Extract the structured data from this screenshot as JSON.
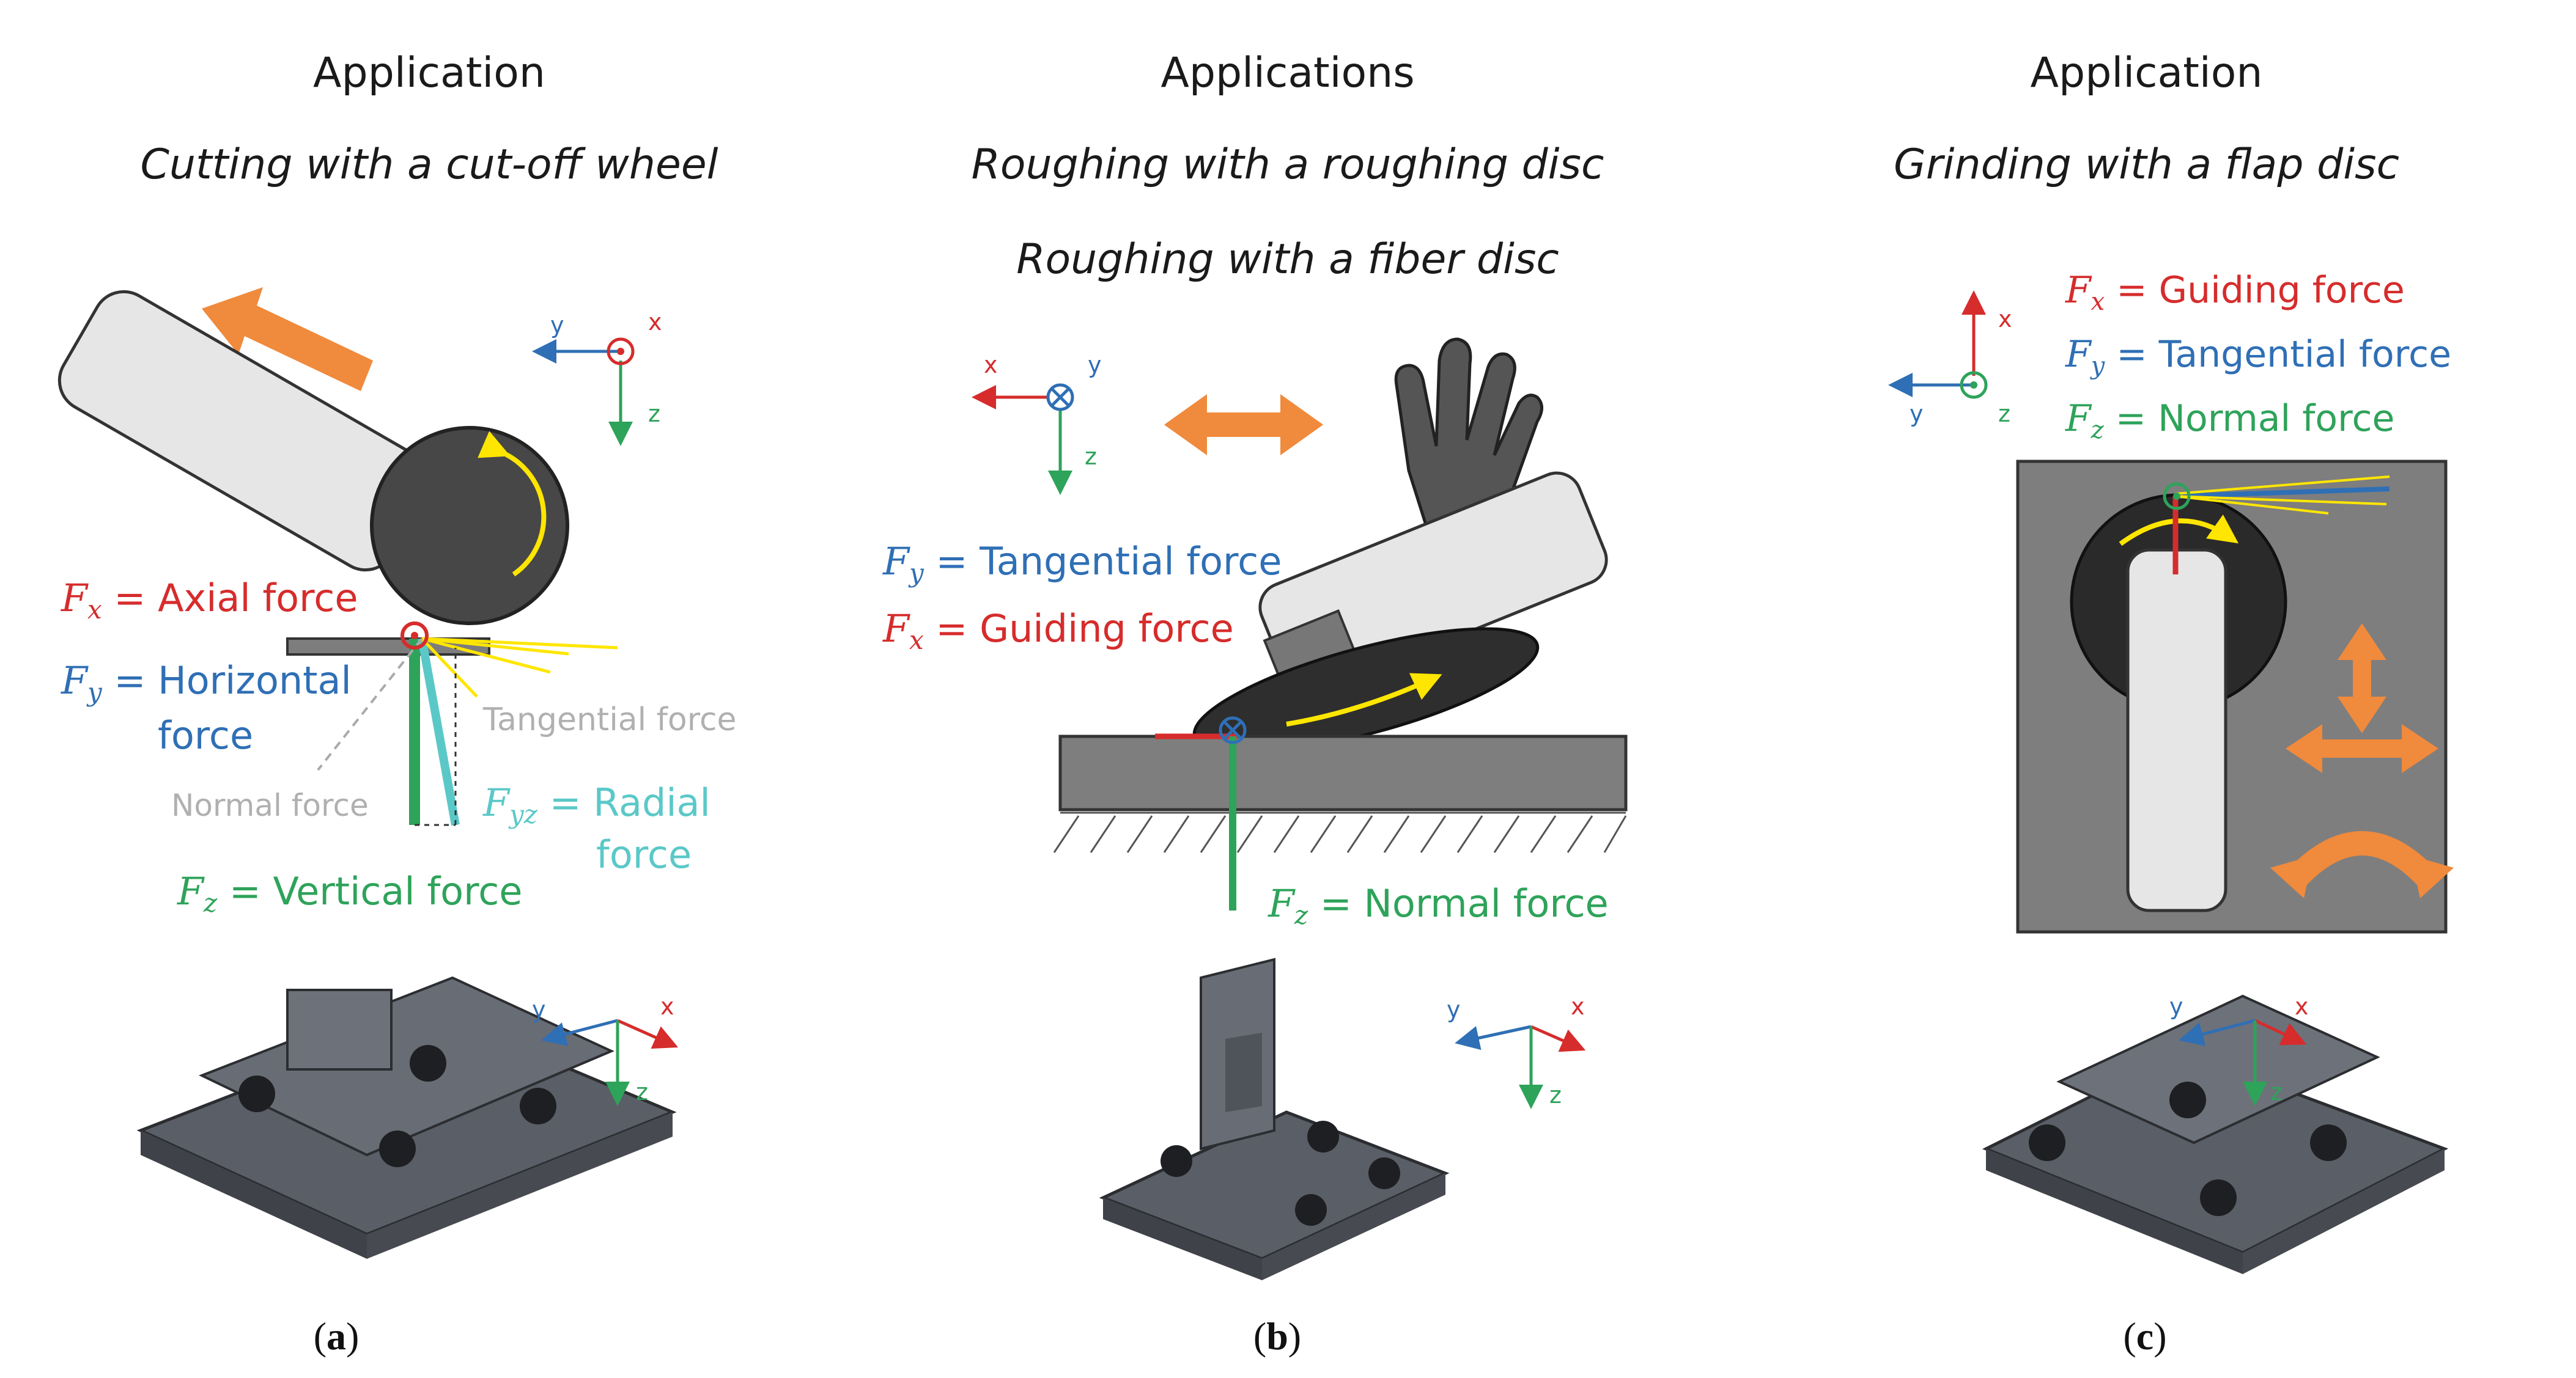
{
  "panels": [
    {
      "id": "a",
      "heading": "Application",
      "subtitles": [
        "Cutting with a cut-off wheel"
      ],
      "caption_letter": "a",
      "axes_top": {
        "h": "y",
        "v": "z",
        "out": "x"
      },
      "axes_bottom": {
        "left": "y",
        "right": "x",
        "down": "z"
      },
      "labels": {
        "fx": {
          "sym": "F",
          "sub": "x",
          "text": " = Axial force"
        },
        "fy": {
          "sym": "F",
          "sub": "y",
          "text": " = Horizontal"
        },
        "fy_line2": "force",
        "fyz": {
          "sym": "F",
          "sub": "yz",
          "text": " = Radial"
        },
        "fyz_line2": "force",
        "fz": {
          "sym": "F",
          "sub": "z",
          "text": " = Vertical force"
        },
        "tangential": "Tangential force",
        "normal": "Normal force"
      }
    },
    {
      "id": "b",
      "heading": "Applications",
      "subtitles": [
        "Roughing with a roughing disc",
        "Roughing with a fiber disc"
      ],
      "caption_letter": "b",
      "axes_top": {
        "h": "x",
        "v": "z",
        "into": "y"
      },
      "axes_bottom": {
        "left": "y",
        "right": "x",
        "down": "z"
      },
      "labels": {
        "fy": {
          "sym": "F",
          "sub": "y",
          "text": " = Tangential force"
        },
        "fx": {
          "sym": "F",
          "sub": "x",
          "text": " = Guiding force"
        },
        "fz": {
          "sym": "F",
          "sub": "z",
          "text": " = Normal force"
        }
      }
    },
    {
      "id": "c",
      "heading": "Application",
      "subtitles": [
        "Grinding with a flap disc"
      ],
      "caption_letter": "c",
      "axes_top": {
        "h": "y",
        "up": "x",
        "out": "z"
      },
      "axes_bottom": {
        "left": "y",
        "right": "x",
        "down": "z"
      },
      "labels": {
        "fx": {
          "sym": "F",
          "sub": "x",
          "text": " = Guiding force"
        },
        "fy": {
          "sym": "F",
          "sub": "y",
          "text": " = Tangential force"
        },
        "fz": {
          "sym": "F",
          "sub": "z",
          "text": " = Normal force"
        }
      }
    }
  ],
  "colors": {
    "x_axis": "#d62c2c",
    "y_axis": "#2f6fb5",
    "z_axis": "#2ea35a",
    "radial": "#5bc8c8",
    "motion_arrow": "#f08a3c",
    "rotation_arrow": "#ffe600",
    "light_gray_text": "#b0b0b0",
    "tool_dark": "#3f3f3f",
    "tool_light": "#e6e6e6",
    "workpiece": "#808080",
    "platform": "#5a5e66"
  }
}
